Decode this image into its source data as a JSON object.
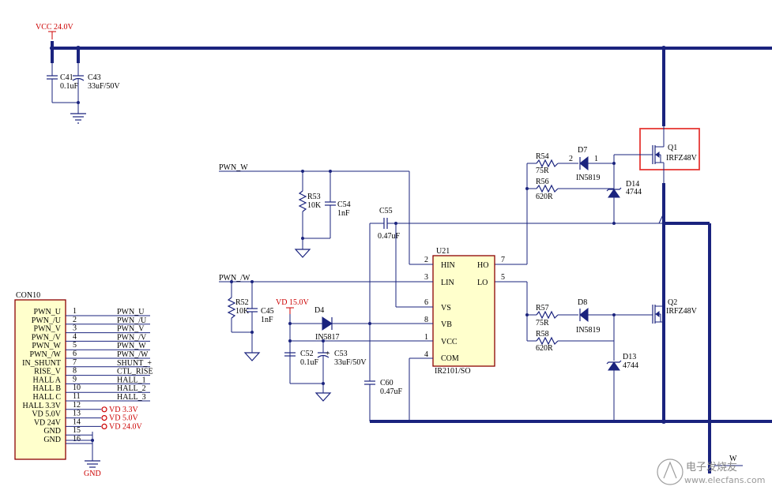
{
  "power": {
    "vcc_24": "VCC 24.0V",
    "vd_15": "VD 15.0V",
    "w_out": "W",
    "gnd": "GND"
  },
  "capacitors": {
    "c41": {
      "ref": "C41",
      "value": "0.1uF"
    },
    "c43": {
      "ref": "C43",
      "value": "33uF/50V"
    },
    "c54": {
      "ref": "C54",
      "value": "1nF"
    },
    "c55": {
      "ref": "C55",
      "value": "0.47uF"
    },
    "c45": {
      "ref": "C45",
      "value": "1nF"
    },
    "c52": {
      "ref": "C52",
      "value": "0.1uF"
    },
    "c53": {
      "ref": "C53",
      "value": "33uF/50V"
    },
    "c53_plus": "+",
    "c60": {
      "ref": "C60",
      "value": "0.47uF"
    }
  },
  "resistors": {
    "r53": {
      "ref": "R53",
      "value": "10K"
    },
    "r52": {
      "ref": "R52",
      "value": "10K"
    },
    "r54": {
      "ref": "R54",
      "value": "75R"
    },
    "r56": {
      "ref": "R56",
      "value": "620R"
    },
    "r57": {
      "ref": "R57",
      "value": "75R"
    },
    "r58": {
      "ref": "R58",
      "value": "620R"
    }
  },
  "diodes": {
    "d4": {
      "ref": "D4",
      "value": "IN5817"
    },
    "d7": {
      "ref": "D7",
      "value": "IN5819",
      "pin2": "2",
      "pin1": "1"
    },
    "d8": {
      "ref": "D8",
      "value": "IN5819"
    },
    "d14": {
      "ref": "D14",
      "value": "4744"
    },
    "d13": {
      "ref": "D13",
      "value": "4744"
    }
  },
  "mosfets": {
    "q1": {
      "ref": "Q1",
      "value": "IRFZ48V"
    },
    "q2": {
      "ref": "Q2",
      "value": "IRFZ48V"
    }
  },
  "nets": {
    "pwn_w": "PWN_W",
    "pwn_w_bar": "PWN_/W"
  },
  "ic": {
    "ref": "U21",
    "part": "IR2101/SO",
    "pins_left": [
      {
        "num": "2",
        "name": "HIN"
      },
      {
        "num": "3",
        "name": "LIN"
      },
      {
        "num": "6",
        "name": "VS"
      },
      {
        "num": "8",
        "name": "VB"
      },
      {
        "num": "1",
        "name": "VCC"
      },
      {
        "num": "4",
        "name": "COM"
      }
    ],
    "pins_right": [
      {
        "num": "7",
        "name": "HO"
      },
      {
        "num": "5",
        "name": "LO"
      }
    ]
  },
  "connector": {
    "ref": "CON10",
    "pins": [
      {
        "name": "PWN_U",
        "num": "1",
        "net": "PWN_U",
        "type": "net"
      },
      {
        "name": "PWN_/U",
        "num": "2",
        "net": "PWN_/U",
        "type": "net"
      },
      {
        "name": "PWN_V",
        "num": "3",
        "net": "PWN_V",
        "type": "net"
      },
      {
        "name": "PWN_/V",
        "num": "4",
        "net": "PWN_/V",
        "type": "net"
      },
      {
        "name": "PWN_W",
        "num": "5",
        "net": "PWN_W",
        "type": "net"
      },
      {
        "name": "PWN_/W",
        "num": "6",
        "net": "PWN_/W",
        "type": "net"
      },
      {
        "name": "IN_SHUNT",
        "num": "7",
        "net": "SHUNT_+",
        "type": "net"
      },
      {
        "name": "RISE_V",
        "num": "8",
        "net": "CTL_RISE",
        "type": "net"
      },
      {
        "name": "HALL A",
        "num": "9",
        "net": "HALL_1",
        "type": "net"
      },
      {
        "name": "HALL B",
        "num": "10",
        "net": "HALL_2",
        "type": "net"
      },
      {
        "name": "HALL C",
        "num": "11",
        "net": "HALL_3",
        "type": "net"
      },
      {
        "name": "HALL 3.3V",
        "num": "12",
        "net": "VD 3.3V",
        "type": "power"
      },
      {
        "name": "VD 5.0V",
        "num": "13",
        "net": "VD 5.0V",
        "type": "power"
      },
      {
        "name": "VD 24V",
        "num": "14",
        "net": "VD 24.0V",
        "type": "power"
      },
      {
        "name": "GND",
        "num": "15",
        "net": "",
        "type": "gnd"
      },
      {
        "name": "GND",
        "num": "16",
        "net": "",
        "type": "gnd"
      }
    ]
  },
  "watermark": {
    "main": "电子发烧友",
    "url": "www.elecfans.com"
  },
  "colors": {
    "wire": "#1a237e",
    "label_red": "#cc0000",
    "ic_fill": "#ffffcc",
    "highlight": "#e53935"
  }
}
